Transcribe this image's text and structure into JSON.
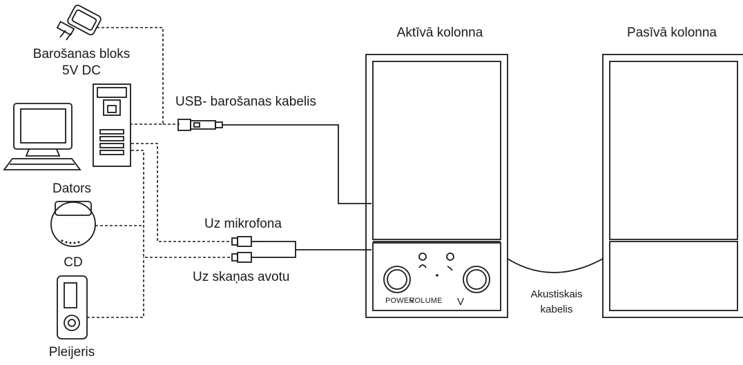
{
  "labels": {
    "power_supply": [
      "Barošanas bloks",
      "5V DC"
    ],
    "usb_cable": "USB- barošanas kabelis",
    "computer": "Dators",
    "cd": "CD",
    "player": "Pleijeris",
    "to_microphone": "Uz mikrofona",
    "to_audio_source": "Uz skaņas avotu",
    "active_speaker": "Aktīvā kolonna",
    "passive_speaker": "Pasīvā kolonna",
    "speaker_cable": [
      "Akustiskais",
      "kabelis"
    ],
    "power_knob": "POWER",
    "volume_knob": "VOLUME",
    "volume_symbol": "V"
  }
}
